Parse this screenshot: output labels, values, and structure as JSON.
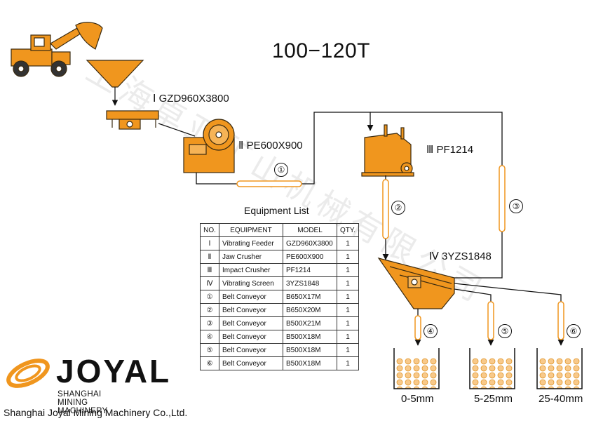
{
  "title": "100−120T",
  "colors": {
    "equipment": "#F0961E",
    "outline": "#3a2a10",
    "belt": "#F2A43C",
    "line": "#111111"
  },
  "stages": [
    {
      "roman": "Ⅰ",
      "model": "GZD960X3800"
    },
    {
      "roman": "Ⅱ",
      "model": "PE600X900"
    },
    {
      "roman": "Ⅲ",
      "model": "PF1214"
    },
    {
      "roman": "Ⅳ",
      "model": "3YZS1848"
    }
  ],
  "conveyors": [
    "①",
    "②",
    "③",
    "④",
    "⑤",
    "⑥"
  ],
  "products": [
    "0-5mm",
    "5-25mm",
    "25-40mm"
  ],
  "equipment_list": {
    "title": "Equipment List",
    "headers": [
      "NO.",
      "EQUIPMENT",
      "MODEL",
      "QTY."
    ],
    "rows": [
      {
        "no": "Ⅰ",
        "equipment": "Vibrating Feeder",
        "model": "GZD960X3800",
        "qty": "1"
      },
      {
        "no": "Ⅱ",
        "equipment": "Jaw Crusher",
        "model": "PE600X900",
        "qty": "1"
      },
      {
        "no": "Ⅲ",
        "equipment": "Impact Crusher",
        "model": "PF1214",
        "qty": "1"
      },
      {
        "no": "Ⅳ",
        "equipment": "Vibrating Screen",
        "model": "3YZS1848",
        "qty": "1"
      },
      {
        "no": "①",
        "equipment": "Belt Conveyor",
        "model": "B650X17M",
        "qty": "1"
      },
      {
        "no": "②",
        "equipment": "Belt Conveyor",
        "model": "B650X20M",
        "qty": "1"
      },
      {
        "no": "③",
        "equipment": "Belt Conveyor",
        "model": "B500X21M",
        "qty": "1"
      },
      {
        "no": "④",
        "equipment": "Belt Conveyor",
        "model": "B500X18M",
        "qty": "1"
      },
      {
        "no": "⑤",
        "equipment": "Belt Conveyor",
        "model": "B500X18M",
        "qty": "1"
      },
      {
        "no": "⑥",
        "equipment": "Belt Conveyor",
        "model": "B500X18M",
        "qty": "1"
      }
    ]
  },
  "brand": {
    "logo_text": "JOYAL",
    "logo_sub": "SHANGHAI MINING MACHINERY",
    "company": "Shanghai Joyal Mining Machinery Co.,Ltd."
  },
  "watermark": "上海卓亚矿山机械有限公司"
}
